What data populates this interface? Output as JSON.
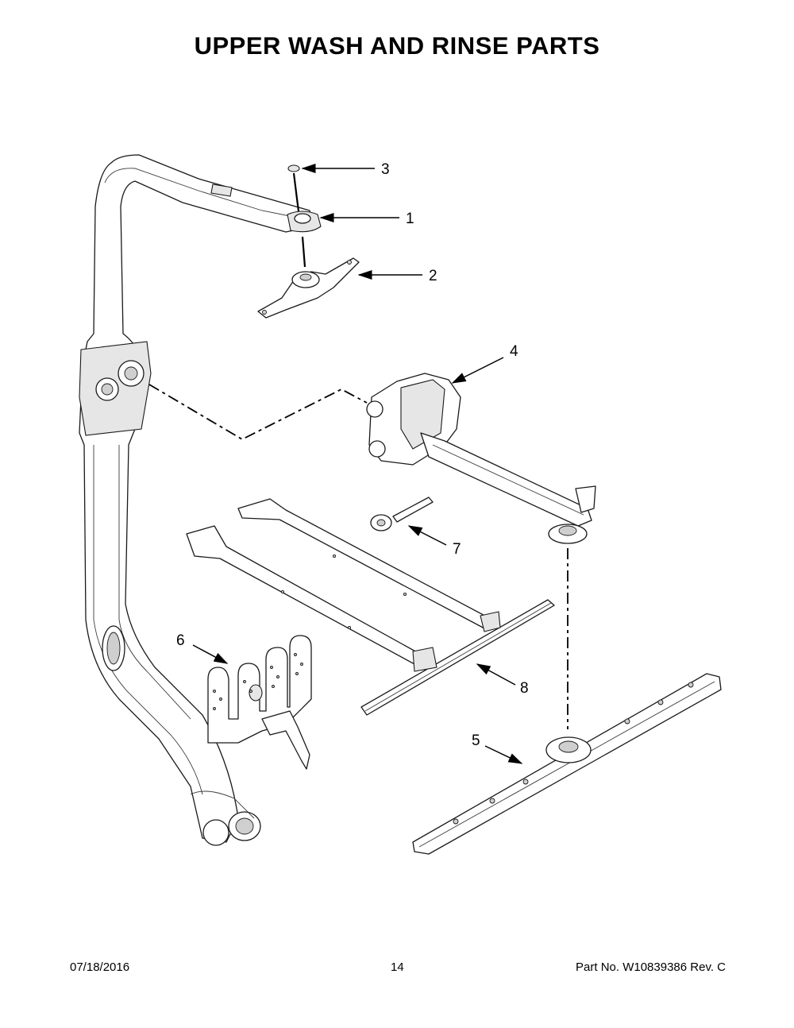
{
  "title": "UPPER WASH AND RINSE PARTS",
  "footer": {
    "date": "07/18/2016",
    "page": "14",
    "part_number": "Part No.  W10839386  Rev.  C"
  },
  "callouts": [
    "1",
    "2",
    "3",
    "4",
    "5",
    "6",
    "7",
    "8"
  ],
  "colors": {
    "line": "#1a1a1a",
    "shade": "#e6e6e6"
  }
}
